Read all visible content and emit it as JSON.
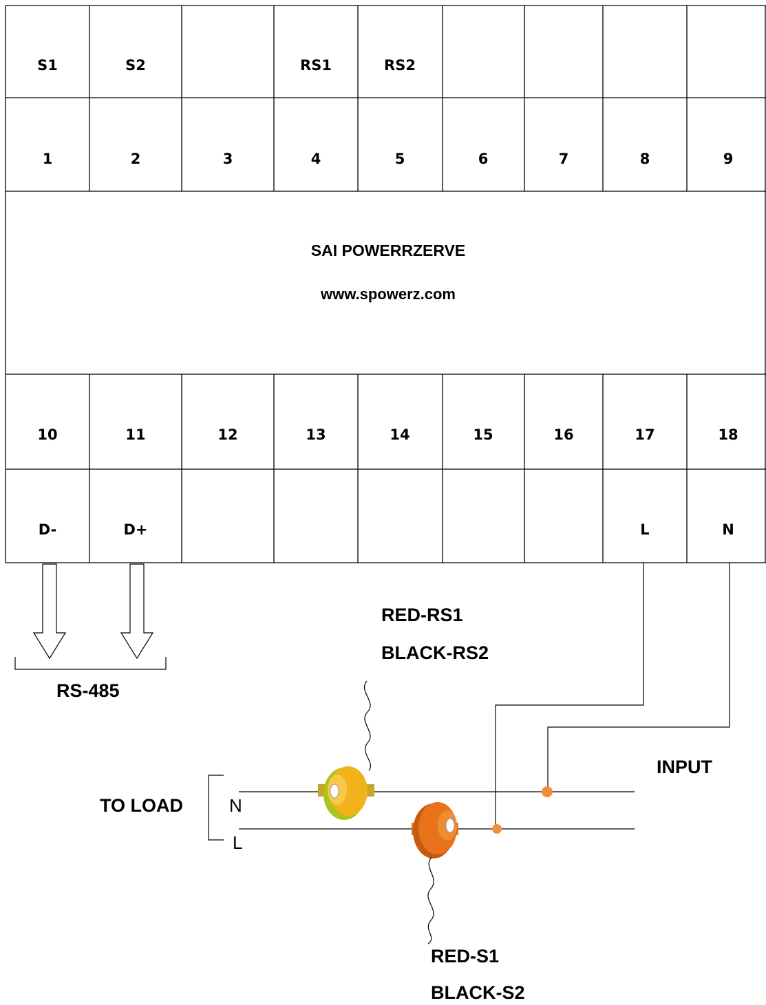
{
  "terminal_block": {
    "top_labels": [
      "S1",
      "S2",
      "",
      "RS1",
      "RS2",
      "",
      "",
      "",
      ""
    ],
    "top_numbers": [
      "1",
      "2",
      "3",
      "4",
      "5",
      "6",
      "7",
      "8",
      "9"
    ],
    "brand": "SAI POWERRZERVE",
    "website": "www.spowerz.com",
    "bottom_numbers": [
      "10",
      "11",
      "12",
      "13",
      "14",
      "15",
      "16",
      "17",
      "18"
    ],
    "bottom_labels": [
      "D-",
      "D+",
      "",
      "",
      "",
      "",
      "",
      "L",
      "N"
    ]
  },
  "rs485_label": "RS-485",
  "ct_upper": {
    "line1": "RED-RS1",
    "line2": "BLACK-RS2",
    "color": "#f2b21c"
  },
  "ct_lower": {
    "line1": "RED-S1",
    "line2": "BLACK-S2",
    "color": "#e8731a"
  },
  "input_label": "INPUT",
  "load": {
    "label": "TO LOAD",
    "n": "N",
    "l": "L"
  },
  "colors": {
    "junction_dot": "#f0903a",
    "ct_yellow": "#f2b21c",
    "ct_orange": "#e8731a",
    "ct_green": "#a9c41a"
  }
}
